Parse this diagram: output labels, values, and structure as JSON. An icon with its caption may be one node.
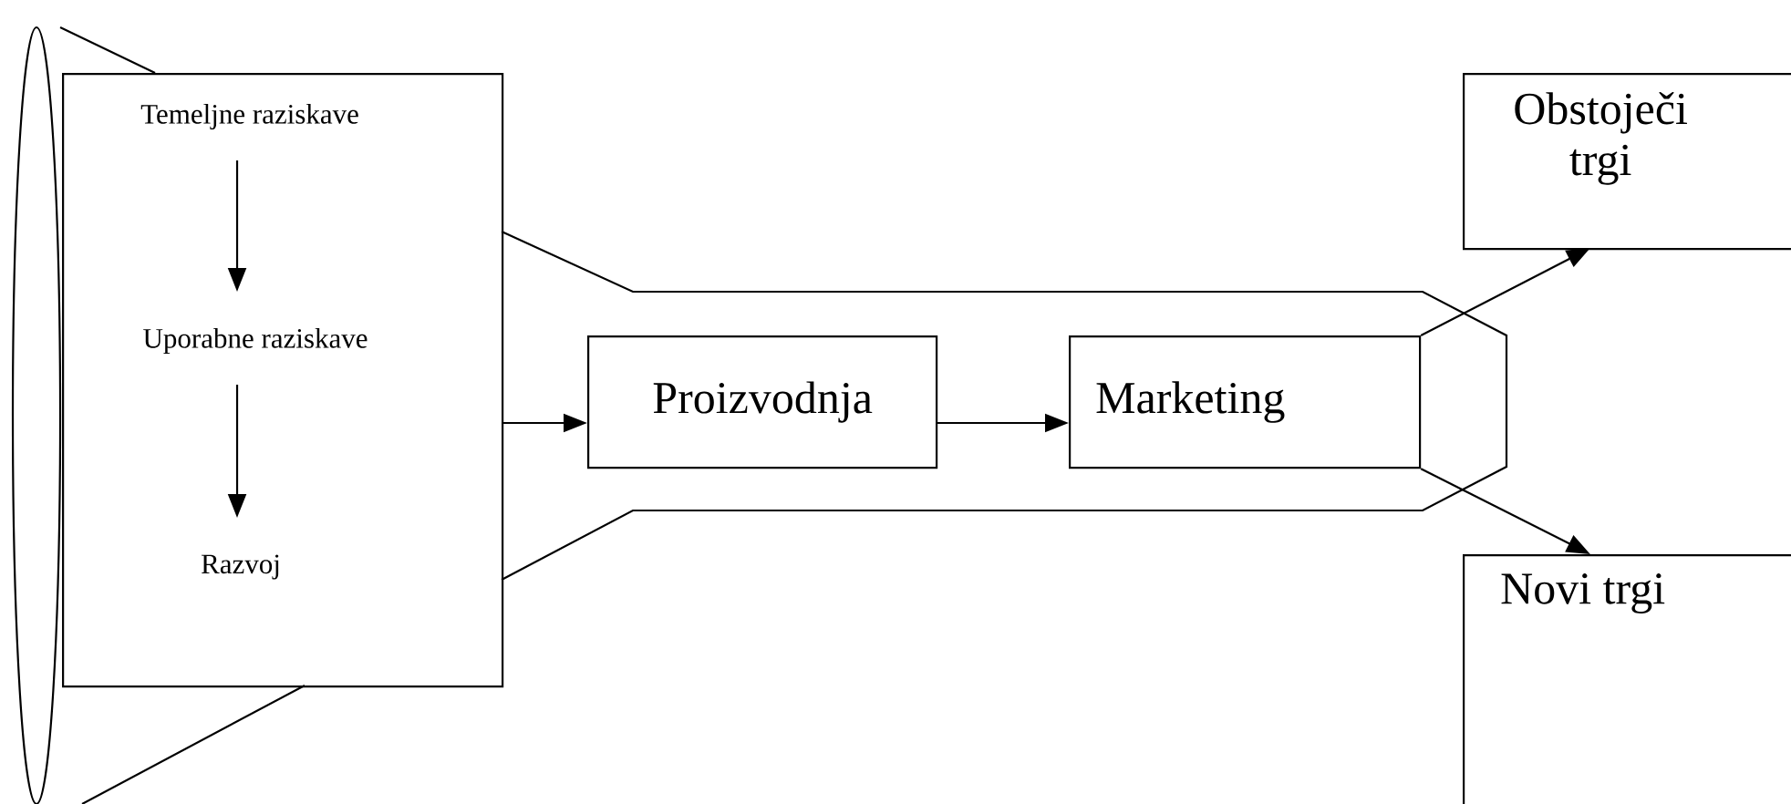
{
  "diagram": {
    "nodes": [
      {
        "text": [],
        "shape": "box"
      },
      {
        "text": [
          "Temeljne raziskave"
        ],
        "in": 0
      },
      {
        "text": [
          "Uporabne raziskave"
        ],
        "in": 0
      },
      {
        "text": [
          "Razvoj"
        ],
        "in": 0
      },
      {
        "text": [
          "Proizvodnja"
        ]
      },
      {
        "text": [
          "Marketing"
        ]
      },
      {
        "text": [
          "Obstoječi trgi"
        ]
      },
      {
        "text": [
          "Novi trgi"
        ]
      }
    ],
    "edges": [
      {
        "from": 1,
        "to": 2,
        "arrow": "to"
      },
      {
        "from": 2,
        "to": 3,
        "arrow": "to"
      },
      {
        "from": 0,
        "to": 4,
        "arrow": "to"
      },
      {
        "from": 4,
        "to": 5,
        "arrow": "to"
      },
      {
        "from": 5,
        "to": 6,
        "arrow": "to"
      },
      {
        "from": 5,
        "to": 7,
        "arrow": "to"
      }
    ]
  }
}
